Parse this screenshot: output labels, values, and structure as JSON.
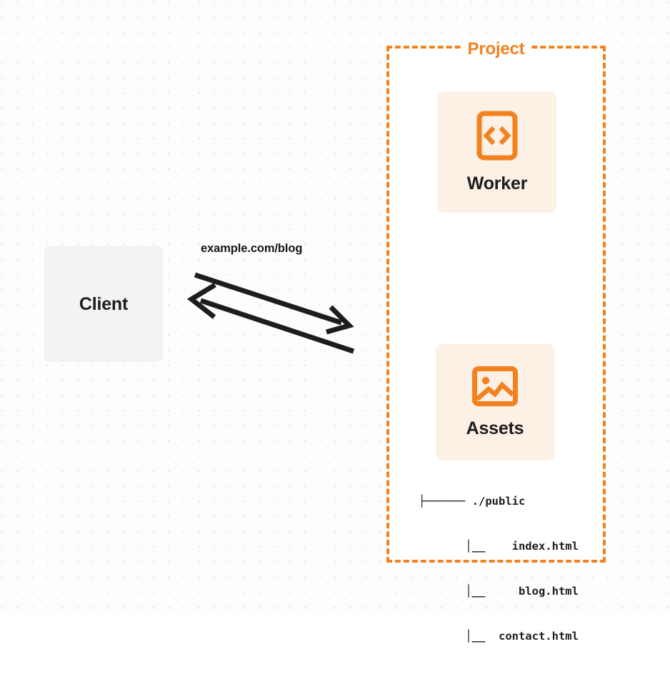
{
  "diagram": {
    "title": "Client to Project (Worker and Assets) request flow",
    "background": "#fdfdfd",
    "accent_color": "#f4811f",
    "card_bg_color": "#fdf0e4",
    "client_bg_color": "#f2f3f4",
    "text_color": "#1d1d1f"
  },
  "client": {
    "label": "Client"
  },
  "edge": {
    "label": "example.com/blog",
    "request_direction": "client-to-project",
    "response_direction": "project-to-client",
    "color": "#1d1d1f"
  },
  "project": {
    "title": "Project",
    "border_style": "dashed",
    "border_color": "#f4811f",
    "nodes": [
      {
        "label": "Worker",
        "icon": "code-brackets-icon"
      },
      {
        "label": "Assets",
        "icon": "image-picture-icon"
      }
    ]
  },
  "asset_tree": {
    "rows": [
      "├────── ./public",
      "       │__    index.html",
      "       │__     blog.html",
      "       │__  contact.html"
    ]
  }
}
